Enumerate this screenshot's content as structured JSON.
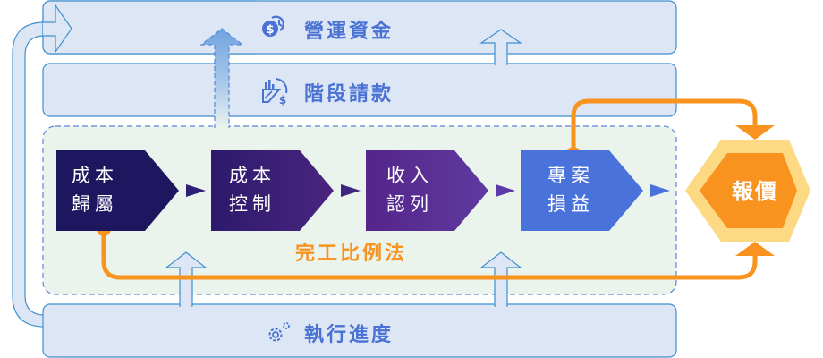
{
  "bands": {
    "working_capital": {
      "label": "營運資金",
      "icon": "money-clock-icon"
    },
    "progress_billing": {
      "label": "階段請款",
      "icon": "chart-dollar-icon"
    },
    "execution_progress": {
      "label": "執行進度",
      "icon": "gears-icon"
    }
  },
  "process": {
    "method_label": "完工比例法",
    "steps": [
      {
        "line1": "成本",
        "line2": "歸屬",
        "color_start": "#1f1660",
        "color_end": "#1f1660"
      },
      {
        "line1": "成本",
        "line2": "控制",
        "color_start": "#2c1a6b",
        "color_end": "#4a2580"
      },
      {
        "line1": "收入",
        "line2": "認列",
        "color_start": "#55258a",
        "color_end": "#5f3aa0"
      },
      {
        "line1": "專案",
        "line2": "損益",
        "color_start": "#4a72db",
        "color_end": "#4a72db"
      }
    ]
  },
  "quote": {
    "label": "報價"
  },
  "colors": {
    "band_fill": "#dce6f4",
    "band_stroke": "#3f8fd0",
    "process_fill": "#eaf3ec",
    "process_stroke": "#5a86d8",
    "orange": "#f7931e",
    "hex_outer": "#fcd982",
    "connector_arrow": "#4a5fc8"
  }
}
